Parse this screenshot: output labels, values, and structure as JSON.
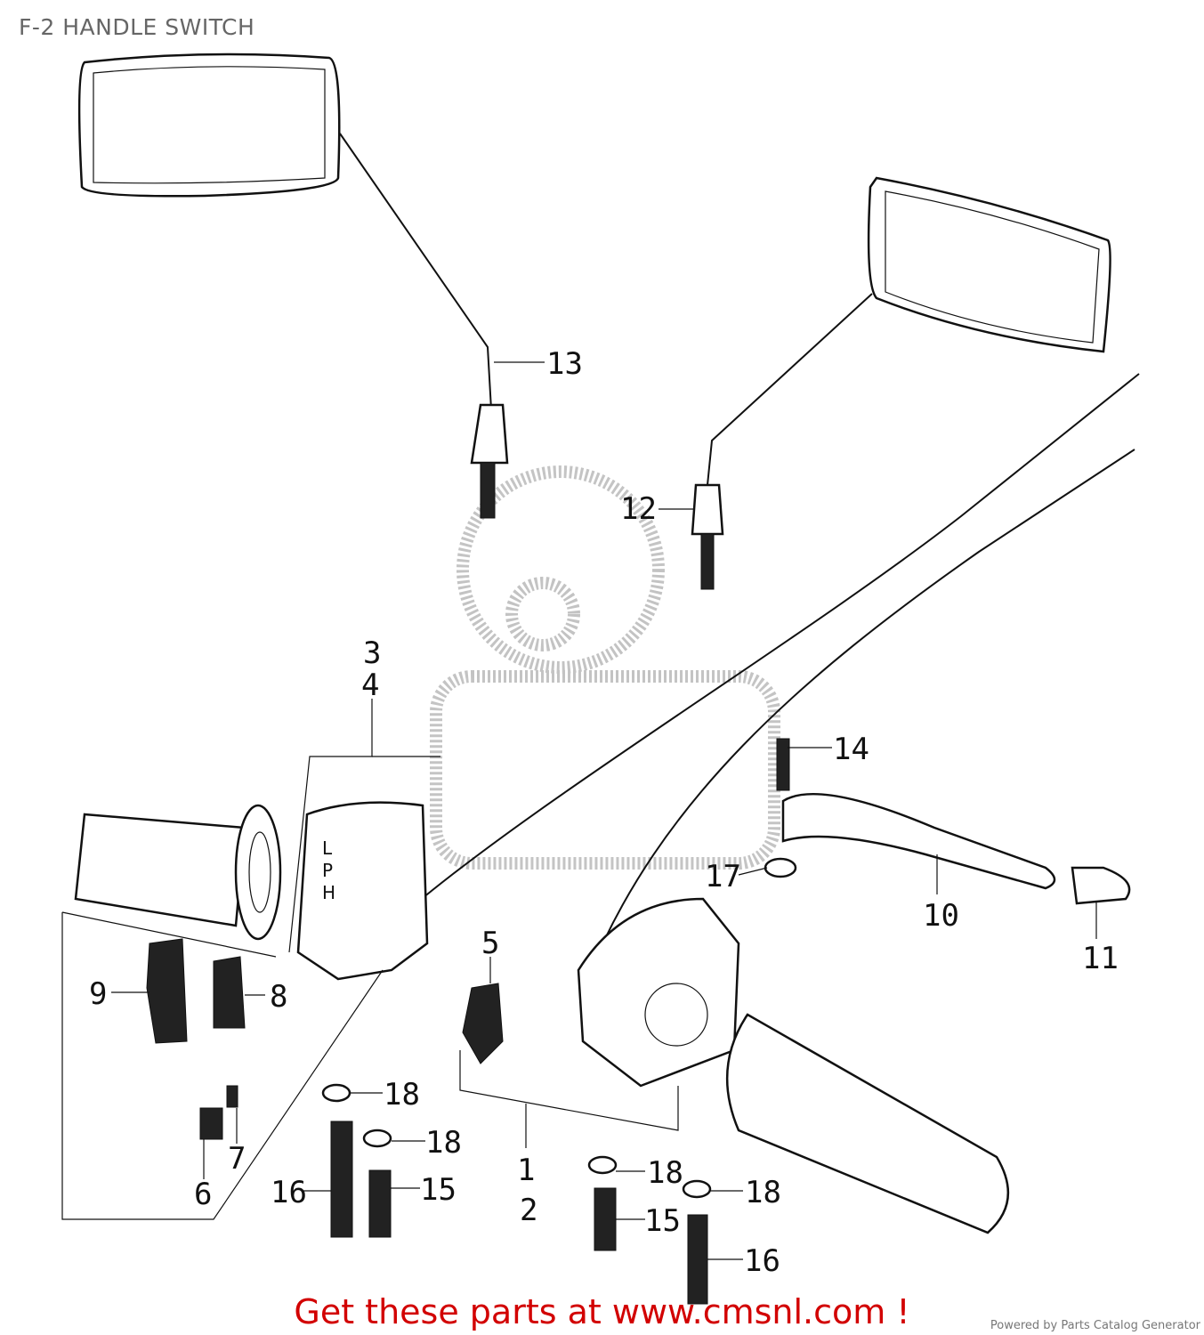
{
  "header": {
    "title": "F-2 HANDLE SWITCH"
  },
  "footer": {
    "call_to_action": "Get these parts at www.cmsnl.com !",
    "powered_by": "Powered by Parts Catalog Generator"
  },
  "diagram": {
    "callouts": [
      "13",
      "12",
      "3",
      "4",
      "14",
      "17",
      "10",
      "11",
      "9",
      "8",
      "5",
      "18",
      "18",
      "7",
      "6",
      "16",
      "15",
      "1",
      "2",
      "18",
      "15",
      "18",
      "16"
    ],
    "switch_markings": [
      "L",
      "P",
      "H"
    ]
  }
}
